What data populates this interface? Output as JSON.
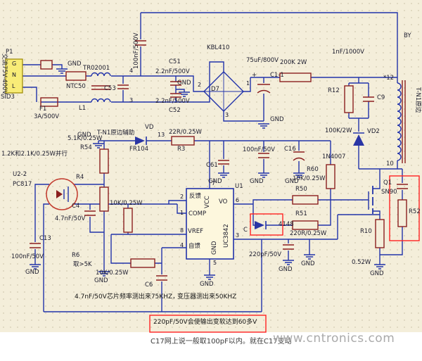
{
  "colors": {
    "wire": "#2233aa",
    "component_outline": "#8b1f1f",
    "diode_fill": "#2a35a5",
    "highlight_box": "#ff2222",
    "paper_background": "#f4eeda",
    "ic_fill": "#fdf7dd",
    "connector_fill": "#f8ec77",
    "watermark": "#aaaaaa"
  },
  "labels": [
    {
      "n": "p1-label",
      "t": "P1"
    },
    {
      "n": "ac-input-label",
      "t": "交流75V-400V"
    },
    {
      "n": "sid3-label",
      "t": "SID3"
    },
    {
      "n": "connector-pin-g",
      "t": "G"
    },
    {
      "n": "connector-pin-n",
      "t": "N"
    },
    {
      "n": "connector-pin-l",
      "t": "L"
    },
    {
      "n": "gnd-1",
      "t": "GND"
    },
    {
      "n": "f1-label",
      "t": "F1"
    },
    {
      "n": "f1-value",
      "t": "3A/500V"
    },
    {
      "n": "ntc-label",
      "t": "NTC50"
    },
    {
      "n": "choke-label",
      "t": "TR02001"
    },
    {
      "n": "l1-label",
      "t": "L1"
    },
    {
      "n": "c53-label",
      "t": "C53"
    },
    {
      "n": "choke-pin-4",
      "t": "4"
    },
    {
      "n": "choke-pin-3",
      "t": "3"
    },
    {
      "n": "c50-value",
      "t": "100nF/500V"
    },
    {
      "n": "c51-label",
      "t": "C51"
    },
    {
      "n": "c51-value",
      "t": "2.2nF/500V"
    },
    {
      "n": "gnd-2",
      "t": "GND"
    },
    {
      "n": "c52-value",
      "t": "2.2nF/500V"
    },
    {
      "n": "c52-label",
      "t": "C52"
    },
    {
      "n": "bridge-label",
      "t": "KBL410"
    },
    {
      "n": "d7-label",
      "t": "D7"
    },
    {
      "n": "bridge-pin-2",
      "t": "2"
    },
    {
      "n": "bridge-pin-1",
      "t": "1"
    },
    {
      "n": "bridge-pin-3",
      "t": "3"
    },
    {
      "n": "c11-value",
      "t": "75uF/800V"
    },
    {
      "n": "c11-plus",
      "t": "+"
    },
    {
      "n": "c11-label",
      "t": "C1-1"
    },
    {
      "n": "gnd-3",
      "t": "GND"
    },
    {
      "n": "r200k-value",
      "t": "200K 2W"
    },
    {
      "n": "c9-value",
      "t": "1nF/1000V"
    },
    {
      "n": "r12-label",
      "t": "R12"
    },
    {
      "n": "c9-label",
      "t": "C9"
    },
    {
      "n": "r12-value",
      "t": "100K/2W"
    },
    {
      "n": "vd2-label",
      "t": "VD2"
    },
    {
      "n": "vd2-value",
      "t": "1N4007"
    },
    {
      "n": "by-label",
      "t": "BY"
    },
    {
      "n": "xfmr-pin-12",
      "t": "*12"
    },
    {
      "n": "xfmr-primary-label",
      "t": "T-N1原边"
    },
    {
      "n": "xfmr-pin-10",
      "t": "10"
    },
    {
      "n": "gnd-4",
      "t": "GND"
    },
    {
      "n": "aux-winding-label",
      "t": "T-N1原边辅助"
    },
    {
      "n": "vd-label",
      "t": "VD"
    },
    {
      "n": "vd-value",
      "t": "FR104"
    },
    {
      "n": "aux-pin-13",
      "t": "13"
    },
    {
      "n": "r3-value",
      "t": "22R/0.25W"
    },
    {
      "n": "r3-label",
      "t": "R3"
    },
    {
      "n": "c61-label",
      "t": "C61"
    },
    {
      "n": "gnd-5",
      "t": "GND"
    },
    {
      "n": "cvcc-value",
      "t": "100nF/50V"
    },
    {
      "n": "gnd-6",
      "t": "GND"
    },
    {
      "n": "c16-label",
      "t": "C16"
    },
    {
      "n": "gnd-7",
      "t": "GND"
    },
    {
      "n": "r54-value",
      "t": "5.1K/0.25W"
    },
    {
      "n": "r54-label",
      "t": "R54"
    },
    {
      "n": "r4-note",
      "t": "1.2K和2.1K/0.25W并行"
    },
    {
      "n": "opto-label",
      "t": "U2-2"
    },
    {
      "n": "opto-value",
      "t": "PC817"
    },
    {
      "n": "r4-label",
      "t": "R4"
    },
    {
      "n": "c4-label",
      "t": "C4"
    },
    {
      "n": "c4-value",
      "t": "4.7nF/50V"
    },
    {
      "n": "r7-value",
      "t": "10K/0.25W"
    },
    {
      "n": "c13-label",
      "t": "C13"
    },
    {
      "n": "c13-value",
      "t": "100nF/50V"
    },
    {
      "n": "gnd-8",
      "t": "GND"
    },
    {
      "n": "gnd-9",
      "t": "GND"
    },
    {
      "n": "r6-label",
      "t": "R6"
    },
    {
      "n": "r6-note",
      "t": "取>5K"
    },
    {
      "n": "r6-value",
      "t": "10K/0.25W"
    },
    {
      "n": "c6-label",
      "t": "C6"
    },
    {
      "n": "freq-note-1",
      "t": "4.7nF/50V芯片频率测出来75KHZ，"
    },
    {
      "n": "freq-note-2",
      "t": "变压器测出来50KHZ"
    },
    {
      "n": "ic-fb-label",
      "t": "反馈"
    },
    {
      "n": "ic-vcc-label",
      "t": "VCC"
    },
    {
      "n": "ic-vo-label",
      "t": "VO"
    },
    {
      "n": "ic-comp-label",
      "t": "COMP"
    },
    {
      "n": "ic-vref-label",
      "t": "VREF"
    },
    {
      "n": "ic-zikui-label",
      "t": "自馈"
    },
    {
      "n": "ic-gnd-label",
      "t": "GND"
    },
    {
      "n": "ic-part-number",
      "t": "UC3842"
    },
    {
      "n": "u1-label",
      "t": "U1"
    },
    {
      "n": "ic-pin-2",
      "t": "2"
    },
    {
      "n": "ic-pin-1",
      "t": "1"
    },
    {
      "n": "ic-pin-8",
      "t": "8"
    },
    {
      "n": "ic-pin-4",
      "t": "4"
    },
    {
      "n": "ic-pin-7",
      "t": "7"
    },
    {
      "n": "ic-pin-6",
      "t": "6"
    },
    {
      "n": "ic-pin-3",
      "t": "3"
    },
    {
      "n": "ic-pin-5",
      "t": "5"
    },
    {
      "n": "gnd-10",
      "t": "GND"
    },
    {
      "n": "r60-label",
      "t": "R60"
    },
    {
      "n": "r60-value",
      "t": "10K/0.25W"
    },
    {
      "n": "r50-label",
      "t": "R50"
    },
    {
      "n": "r51-label",
      "t": "R51"
    },
    {
      "n": "r51-value",
      "t": "220R/0.25W"
    },
    {
      "n": "d4148-label",
      "t": "4148"
    },
    {
      "n": "c-node-label",
      "t": "C"
    },
    {
      "n": "c220p-value",
      "t": "220pF/50V"
    },
    {
      "n": "gnd-11",
      "t": "GND"
    },
    {
      "n": "gnd-12",
      "t": "GND"
    },
    {
      "n": "q1-label",
      "t": "Q1"
    },
    {
      "n": "q1-value",
      "t": "SN90"
    },
    {
      "n": "r52-label",
      "t": "R52"
    },
    {
      "n": "r10-label",
      "t": "R10"
    },
    {
      "n": "r10-value",
      "t": "0.52W"
    },
    {
      "n": "gnd-13",
      "t": "GND"
    },
    {
      "n": "highlight-note",
      "t": "220pF/50V会使输出变软达到60多V"
    },
    {
      "n": "bottom-caption",
      "t": "C17网上说一般取100pF以内。就在C17变动"
    },
    {
      "n": "watermark",
      "t": "www.cntronics.com"
    }
  ]
}
